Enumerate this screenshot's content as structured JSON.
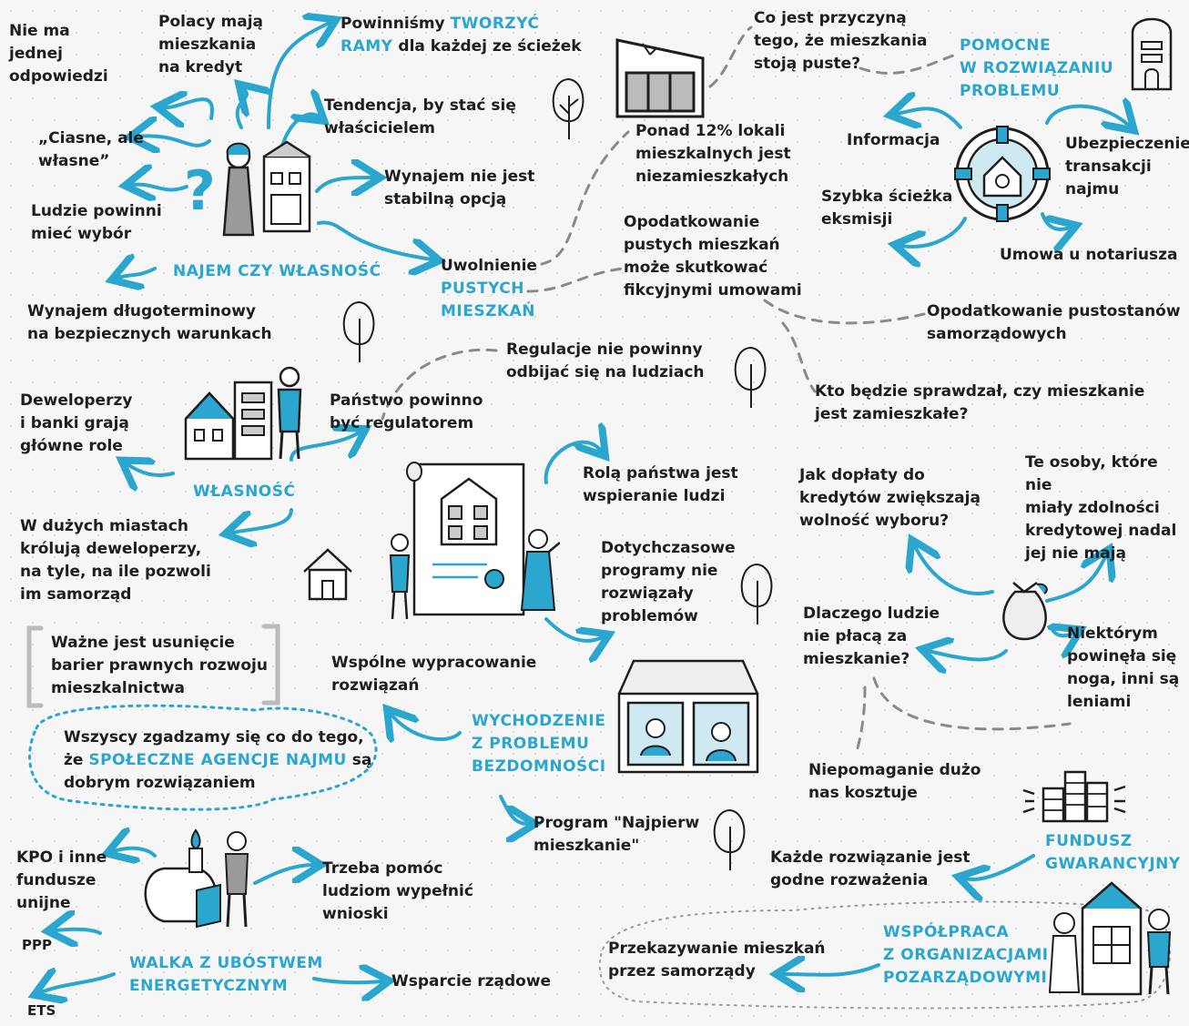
{
  "colors": {
    "accent": "#2ba6cf",
    "ink": "#1e1e1e",
    "paper": "#f6f6f6",
    "grey": "#8a8a8a"
  },
  "rental": {
    "no_single_answer": "Nie ma\njednej\nodpowiedzi",
    "poles_have_credit": "Polacy mają\nmieszkania\nna kredyt",
    "frames_pre": "Powinniśmy ",
    "frames_hl1": "TWORZYĆ",
    "frames_hl2": "RAMY",
    "frames_post": " dla każdej ze ścieżek",
    "ownership_tendency": "Tendencja, by stać się\nwłaścicielem",
    "cramped": "„Ciasne, ale\nwłasne”",
    "rent_not_stable": "Wynajem nie jest\nstabilną opcją",
    "choice": "Ludzie powinni\nmieć wybór",
    "title": "NAJEM CZY WŁASNOŚĆ",
    "release_pre": "Uwolnienie",
    "release_hl": "PUSTYCH\nMIESZKAŃ",
    "long_term": "Wynajem długoterminowy\nna bezpiecznych warunkach"
  },
  "vacancy": {
    "cause_question": "Co jest przyczyną\ntego, że mieszkania\nstoją puste?",
    "over_12": "Ponad 12% lokali\nmieszkalnych jest\nniezamieszkałych",
    "tax_fictitious": "Opodatkowanie\npustych mieszkań\nmoże skutkować\nfikcyjnymi umowami",
    "local_tax": "Opodatkowanie pustostanów\nsamorządowych",
    "who_checks": "Kto będzie sprawdzał, czy mieszkanie\njest zamieszkałe?"
  },
  "helpful": {
    "title": "POMOCNE\nW ROZWIĄZANIU\nPROBLEMU",
    "information": "Informacja",
    "insurance": "Ubezpieczenie\ntransakcji\nnajmu",
    "eviction": "Szybka ścieżka\neksmisji",
    "notary": "Umowa u notariusza"
  },
  "ownership": {
    "developers_banks": "Deweloperzy\ni banki grają\ngłówne role",
    "state_regulator": "Państwo powinno\nbyć regulatorem",
    "regulations": "Regulacje nie powinny\nodbijać się na ludziach",
    "title": "WŁASNOŚĆ",
    "big_cities": "W dużych miastach\nkrólują deweloperzy,\nna tyle, na ile pozwoli\nim samorząd",
    "legal_barriers": "Ważne jest usunięcie\nbarier prawnych rozwoju\nmieszkalnictwa",
    "agencies_pre": "Wszyscy zgadzamy się co do tego,\nże ",
    "agencies_hl": "SPOŁECZNE AGENCJE NAJMU",
    "agencies_post": " są\ndobrym rozwiązaniem"
  },
  "state": {
    "support_people": "Rolą państwa jest\nwspieranie ludzi",
    "programs": "Dotychczasowe\nprogramy nie\nrozwiązały\nproblemów"
  },
  "subsidies": {
    "surcharges": "Jak dopłaty do\nkredytów zwiększają\nwolność wyboru?",
    "no_credit": "Te osoby, które nie\nmiały zdolności\nkredytowej nadal\njej nie mają",
    "why_not_pay": "Dlaczego ludzie\nnie płacą za\nmieszkanie?",
    "slipped": "Niektórym\npowinęła się\nnoga, inni są\nleniami",
    "not_helping": "Niepomaganie dużo\nnas kosztuje"
  },
  "homeless": {
    "joint_solutions": "Wspólne wypracowanie\nrozwiązań",
    "title": "WYCHODZENIE\nZ PROBLEMU\nBEZDOMNOŚCI",
    "housing_first": "Program \"Najpierw\nmieszkanie\""
  },
  "fund": {
    "title": "FUNDUSZ\nGWARANCYJNY",
    "every_solution": "Każde rozwiązanie jest\ngodne rozważenia"
  },
  "ngo": {
    "title": "WSPÓŁPRACA\nZ ORGANIZACJAMI\nPOZARZĄDOWYMI",
    "transfer": "Przekazywanie mieszkań\nprzez samorządy"
  },
  "energy": {
    "kpo": "KPO i inne\nfundusze\nunijne",
    "ppp": "PPP",
    "ets": "ETS",
    "help_forms": "Trzeba pomóc\nludziom wypełnić\nwnioski",
    "title": "WALKA Z UBÓSTWEM\nENERGETYCZNYM",
    "gov_support": "Wsparcie rządowe"
  }
}
